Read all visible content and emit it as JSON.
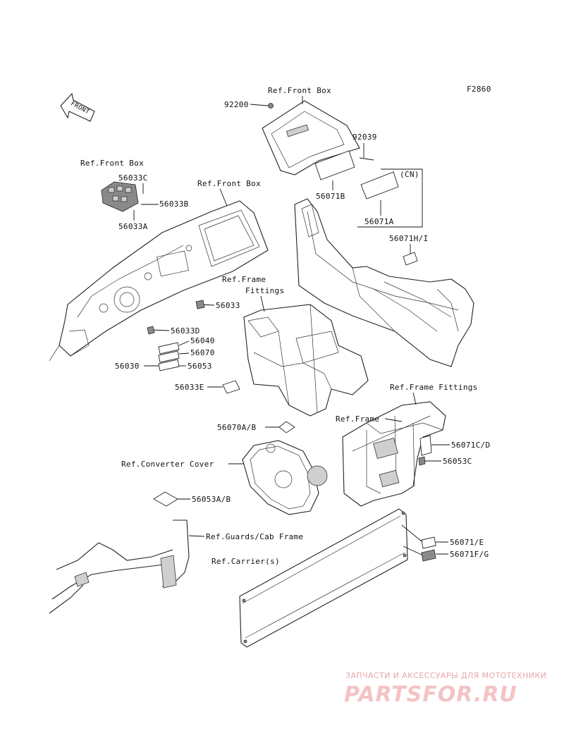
{
  "figure_code": "F2860",
  "front_arrow": "FRONT",
  "refs": {
    "front_box_top": "Ref.Front Box",
    "front_box_left": "Ref.Front Box",
    "front_box_mid": "Ref.Front Box",
    "frame_fittings_a": "Ref.Frame",
    "frame_fittings_b": "Fittings",
    "frame_fittings_right": "Ref.Frame Fittings",
    "frame": "Ref.Frame",
    "converter_cover": "Ref.Converter Cover",
    "guards_cab": "Ref.Guards/Cab Frame",
    "carriers": "Ref.Carrier(s)"
  },
  "parts": {
    "p92200": "92200",
    "p92039": "92039",
    "cn": "(CN)",
    "p56071B": "56071B",
    "p56071A": "56071A",
    "p56033C": "56033C",
    "p56033B": "56033B",
    "p56033A": "56033A",
    "p56071HI": "56071H/I",
    "p56033": "56033",
    "p56033D": "56033D",
    "p56040": "56040",
    "p56070": "56070",
    "p56030": "56030",
    "p56053": "56053",
    "p56033E": "56033E",
    "p56070AB": "56070A/B",
    "p56071CD": "56071C/D",
    "p56053C": "56053C",
    "p56053AB": "56053A/B",
    "p56071E": "56071/E",
    "p56071FG": "56071F/G"
  },
  "watermark": {
    "caption": "ЗАПЧАСТИ И АКСЕССУАРЫ ДЛЯ МОТОТЕХНИКИ",
    "logo": "PARTSFOR.RU"
  }
}
